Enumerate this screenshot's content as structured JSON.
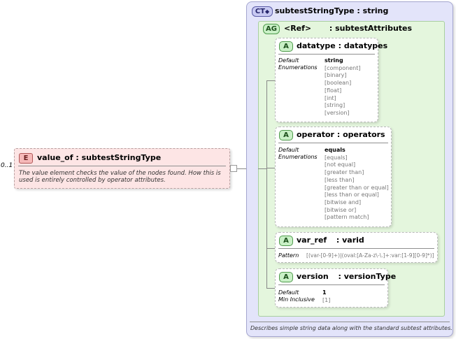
{
  "element": {
    "badge": "E",
    "name": "value_of",
    "type": "subtestStringType",
    "occurrence": "0..1",
    "description": "The value element checks the value of the nodes found.  How this is used is entirely controlled by operator attributes."
  },
  "complex_type": {
    "badge": "CT",
    "name": "subtestStringType",
    "base": "string",
    "description": "Describes simple string data along with the standard subtest attributes."
  },
  "attribute_group": {
    "badge": "AG",
    "ref": "<Ref>",
    "name": "subtestAttributes"
  },
  "attributes": [
    {
      "badge": "A",
      "name": "datatype",
      "type": "datatypes",
      "default_label": "Default",
      "default_value": "string",
      "secondary_label": "Enumerations",
      "values": [
        "[component]",
        "[binary]",
        "[boolean]",
        "[float]",
        "[int]",
        "[string]",
        "[version]"
      ]
    },
    {
      "badge": "A",
      "name": "operator",
      "type": "operators",
      "default_label": "Default",
      "default_value": "equals",
      "secondary_label": "Enumerations",
      "values": [
        "[equals]",
        "[not equal]",
        "[greater than]",
        "[less than]",
        "[greater than or equal]",
        "[less than or equal]",
        "[bitwise and]",
        "[bitwise or]",
        "[pattern match]"
      ]
    },
    {
      "badge": "A",
      "name": "var_ref",
      "type": "varid",
      "pattern_label": "Pattern",
      "pattern_value": "[(var-[0-9]+)|(oval:[A-Za-z\\-\\.]+:var:[1-9][0-9]*)]"
    },
    {
      "badge": "A",
      "name": "version",
      "type": "versionType",
      "default_label": "Default",
      "default_value": "1",
      "secondary_label": "Min Inclusive",
      "secondary_value": "[1]"
    }
  ],
  "separator": ":"
}
